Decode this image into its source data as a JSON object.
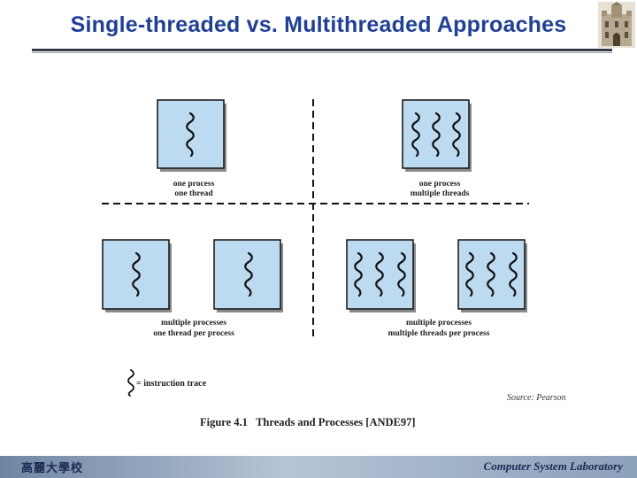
{
  "title": "Single-threaded vs. Multithreaded Approaches",
  "quadrants": {
    "top_left": {
      "line1": "one process",
      "line2": "one thread"
    },
    "top_right": {
      "line1": "one process",
      "line2": "multiple threads"
    },
    "bottom_left": {
      "line1": "multiple processes",
      "line2": "one thread per process"
    },
    "bottom_right": {
      "line1": "multiple processes",
      "line2": "multiple threads per process"
    }
  },
  "legend": "= instruction trace",
  "source": "Source: Pearson",
  "caption": "Figure 4.1   Threads and Processes [ANDE97]",
  "footer": {
    "left": "高麗大學校",
    "right": "Computer System Laboratory"
  },
  "colors": {
    "title": "#1f3f9a",
    "process_fill": "#bcdaf0",
    "footer": "#8ba0ba"
  }
}
